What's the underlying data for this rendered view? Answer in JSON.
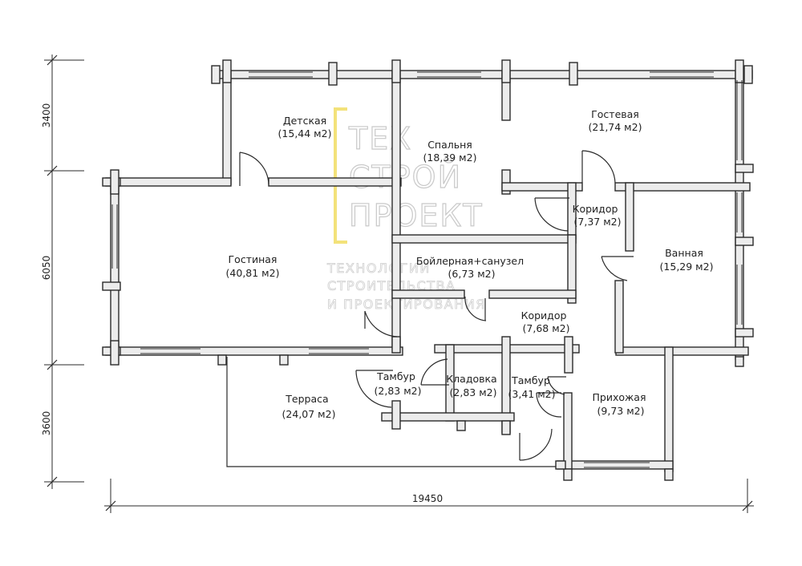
{
  "watermark": {
    "logo_lines": [
      "ТЕХ",
      "СТРОЙ",
      "ПРОЕКТ"
    ],
    "tagline_lines": [
      "ТЕХНОЛОГИИ",
      "СТРОИТЕЛЬСТВА",
      "И ПРОЕКТИРОВАНИЯ"
    ],
    "accent_color": "#f3e27a"
  },
  "rooms": [
    {
      "name": "Детская",
      "area": "(15,44 м2)"
    },
    {
      "name": "Спальня",
      "area": "(18,39 м2)"
    },
    {
      "name": "Гостевая",
      "area": "(21,74 м2)"
    },
    {
      "name": "Коридор",
      "area": "(7,37 м2)"
    },
    {
      "name": "Гостиная",
      "area": "(40,81 м2)"
    },
    {
      "name": "Бойлерная+санузел",
      "area": "(6,73 м2)"
    },
    {
      "name": "Ванная",
      "area": "(15,29 м2)"
    },
    {
      "name": "Коридор",
      "area": "(7,68 м2)"
    },
    {
      "name": "Тамбур",
      "area": "(2,83 м2)"
    },
    {
      "name": "Кладовка",
      "area": "(2,83 м2)"
    },
    {
      "name": "Тамбур",
      "area": "(3,41 м2)"
    },
    {
      "name": "Прихожая",
      "area": "(9,73 м2)"
    },
    {
      "name": "Терраса",
      "area": "(24,07 м2)"
    }
  ],
  "dimensions": {
    "top_segment": "3400",
    "middle_segment": "6050",
    "bottom_segment": "3600",
    "total_width": "19450"
  }
}
